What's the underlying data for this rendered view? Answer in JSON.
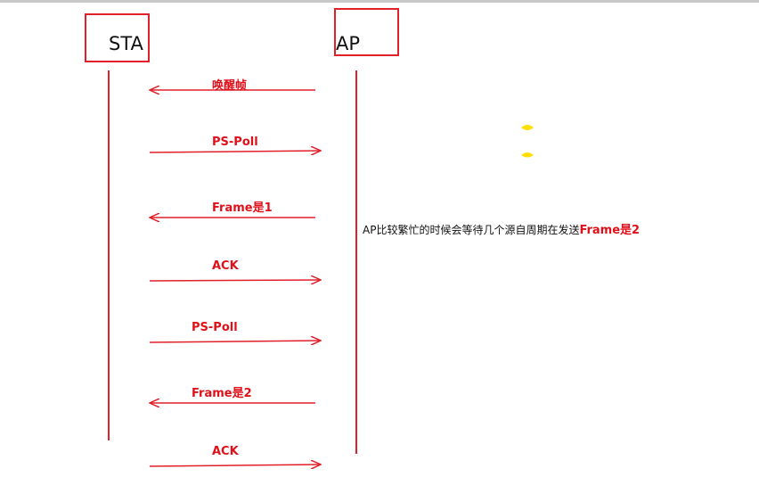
{
  "entities": {
    "sta": "STA",
    "ap": "AP"
  },
  "messages": [
    {
      "label": "唤醒帧",
      "direction": "left"
    },
    {
      "label": "PS-Poll",
      "direction": "right"
    },
    {
      "label": "Frame是1",
      "direction": "left"
    },
    {
      "label": "ACK",
      "direction": "right"
    },
    {
      "label": "PS-Poll",
      "direction": "right"
    },
    {
      "label": "Frame是2",
      "direction": "left"
    },
    {
      "label": "ACK",
      "direction": "right"
    }
  ],
  "note": {
    "text": "AP比较繁忙的时候会等待几个源自周期在发送",
    "highlight": "Frame是2"
  },
  "colors": {
    "line": "#e0202a",
    "label": "#e0101a",
    "marker": "#ffe000"
  }
}
